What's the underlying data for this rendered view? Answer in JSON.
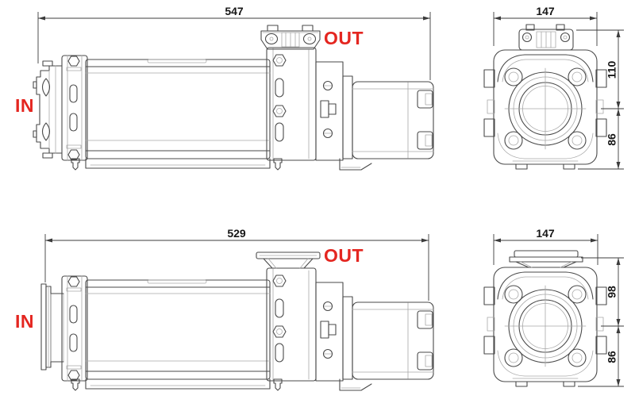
{
  "colors": {
    "background": "#ffffff",
    "drawing_line": "#4a4a4a",
    "drawing_line_light": "#a8a8a8",
    "dimension_line": "#3c3c3c",
    "dimension_text": "#161616",
    "port_label": "#e42620"
  },
  "top_drawing": {
    "side_view": {
      "length": "547",
      "in_label": "IN",
      "out_label": "OUT"
    },
    "end_view": {
      "width": "147",
      "upper_height": "110",
      "lower_height": "86"
    }
  },
  "bottom_drawing": {
    "side_view": {
      "length": "529",
      "in_label": "IN",
      "out_label": "OUT"
    },
    "end_view": {
      "width": "147",
      "upper_height": "98",
      "lower_height": "86"
    }
  }
}
